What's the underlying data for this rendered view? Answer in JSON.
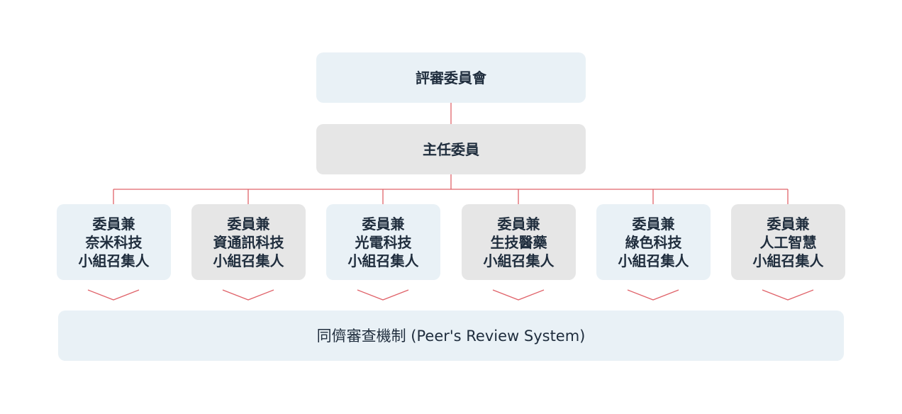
{
  "colors": {
    "connector": "#e0636a",
    "box_blue": "#e9f1f6",
    "box_gray": "#e6e6e6",
    "text": "#1f2d3d"
  },
  "committee": {
    "label": "評審委員會"
  },
  "director": {
    "label": "主任委員"
  },
  "groups": [
    {
      "line1": "委員兼",
      "line2": "奈米科技",
      "line3": "小組召集人",
      "style": "blue"
    },
    {
      "line1": "委員兼",
      "line2": "資通訊科技",
      "line3": "小組召集人",
      "style": "gray"
    },
    {
      "line1": "委員兼",
      "line2": "光電科技",
      "line3": "小組召集人",
      "style": "blue"
    },
    {
      "line1": "委員兼",
      "line2": "生技醫藥",
      "line3": "小組召集人",
      "style": "gray"
    },
    {
      "line1": "委員兼",
      "line2": "綠色科技",
      "line3": "小組召集人",
      "style": "blue"
    },
    {
      "line1": "委員兼",
      "line2": "人工智慧",
      "line3": "小組召集人",
      "style": "gray"
    }
  ],
  "review": {
    "label": "同儕審查機制 (Peer's Review System)"
  }
}
